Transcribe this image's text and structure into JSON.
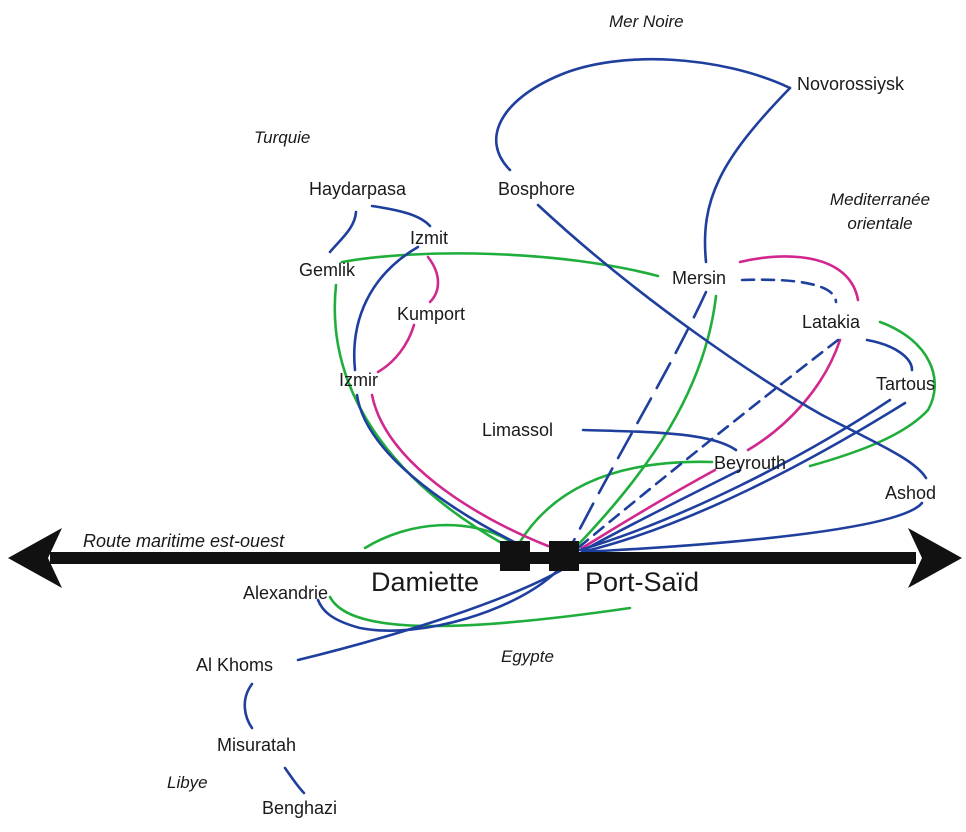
{
  "route": {
    "label": "Route maritime est-ouest"
  },
  "hubs": {
    "damiette": "Damiette",
    "port_said": "Port-Saïd"
  },
  "regions": {
    "mer_noire": "Mer Noire",
    "turquie": "Turquie",
    "med_orientale_1": "Mediterranée",
    "med_orientale_2": "orientale",
    "egypte": "Egypte",
    "libye": "Libye"
  },
  "ports": {
    "novorossiysk": "Novorossiysk",
    "bosphore": "Bosphore",
    "haydarpasa": "Haydarpasa",
    "izmit": "Izmit",
    "gemlik": "Gemlik",
    "kumport": "Kumport",
    "izmir": "Izmir",
    "mersin": "Mersin",
    "latakia": "Latakia",
    "tartous": "Tartous",
    "limassol": "Limassol",
    "beyrouth": "Beyrouth",
    "ashod": "Ashod",
    "alexandrie": "Alexandrie",
    "al_khoms": "Al Khoms",
    "misuratah": "Misuratah",
    "benghazi": "Benghazi"
  },
  "colors": {
    "blue": "#1f3f9e",
    "green": "#1fae3c",
    "magenta": "#d0288f",
    "axis": "#111111"
  }
}
